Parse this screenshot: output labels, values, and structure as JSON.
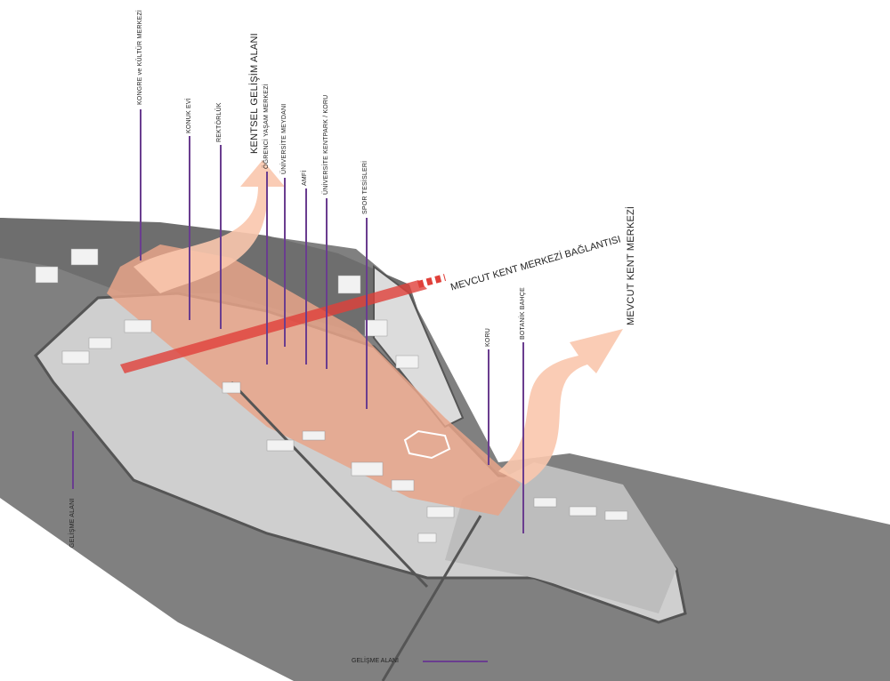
{
  "labels": {
    "kongre": "KONGRE ve KÜLTÜR MERKEZİ",
    "konuk_evi": "KONUK EVİ",
    "rektorluk": "REKTÖRLÜK",
    "kentsel_gelisim": "KENTSEL GELİŞİM ALANI",
    "ogrenci": "ÖĞRENCİ YAŞAM MERKEZİ",
    "meydan": "ÜNİVERSİTE MEYDANI",
    "amfi": "AMFİ",
    "kentpark": "ÜNİVERSİTE KENTPARK / KORU",
    "spor": "SPOR TESİSLERİ",
    "baglanti": "MEVCUT KENT MERKEZİ BAĞLANTISI",
    "kent_merkezi": "MEVCUT KENT MERKEZİ",
    "koru": "KORU",
    "botanik": "BOTANİK BAHÇE",
    "gelisme_left": "GELİŞME ALANI",
    "gelisme_bottom": "GELİŞME ALANI"
  },
  "colors": {
    "leader": "#6a3d8f",
    "band": "#e8a58a",
    "arrow": "#f9c6ad",
    "link": "#e0403a",
    "land": "#7a7a7a",
    "site": "#c8c8c8"
  }
}
